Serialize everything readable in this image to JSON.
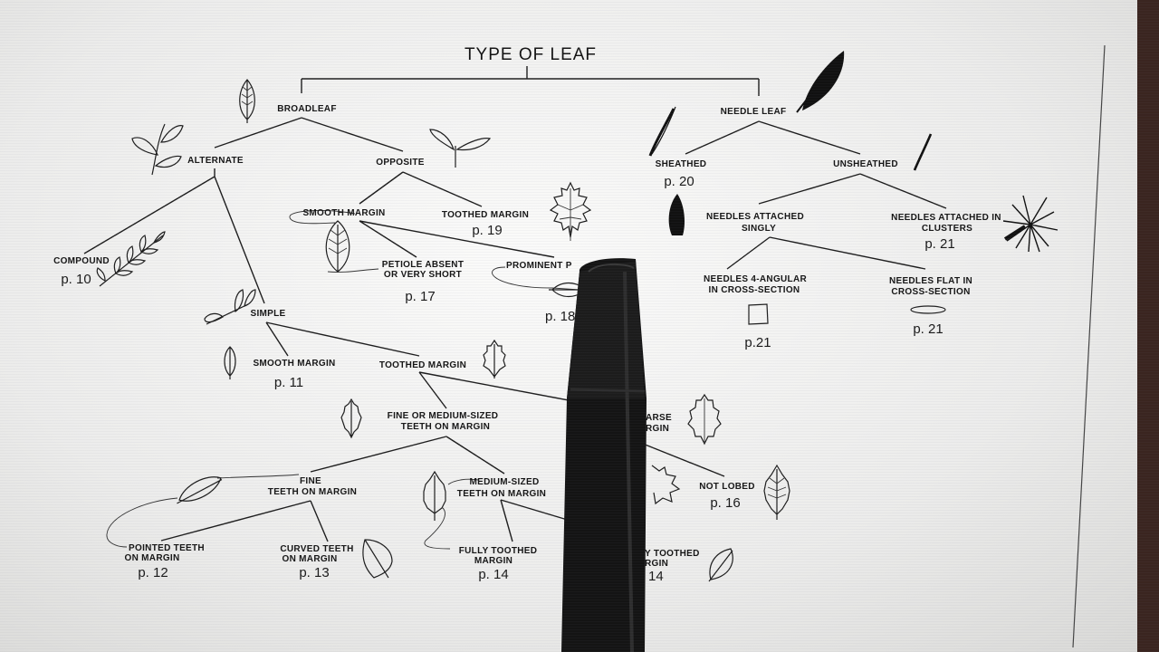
{
  "title": "TYPE OF LEAF",
  "broadleaf": "BROADLEAF",
  "needle_leaf": "NEEDLE LEAF",
  "alternate": "ALTERNATE",
  "opposite": "OPPOSITE",
  "sheathed": {
    "label": "SHEATHED",
    "page": "p. 20"
  },
  "unsheathed": "UNSHEATHED",
  "smooth_margin_opposite": "SMOOTH MARGIN",
  "toothed_margin_opposite": {
    "label": "TOOTHED MARGIN",
    "page": "p. 19"
  },
  "needles_singly": {
    "line1": "NEEDLES ATTACHED",
    "line2": "SINGLY"
  },
  "needles_clusters": {
    "line1": "NEEDLES ATTACHED IN",
    "line2": "CLUSTERS",
    "page": "p. 21"
  },
  "compound": {
    "label": "COMPOUND",
    "page": "p. 10"
  },
  "petiole_absent": {
    "line1": "PETIOLE ABSENT",
    "line2": "OR VERY SHORT",
    "page": "p. 17"
  },
  "prominent": {
    "label": "PROMINENT P",
    "page": "p. 18"
  },
  "needles_4angular": {
    "line1": "NEEDLES 4-ANGULAR",
    "line2": "IN CROSS-SECTION",
    "page": "p.21"
  },
  "needles_flat": {
    "line1": "NEEDLES FLAT IN",
    "line2": "CROSS-SECTION",
    "page": "p. 21"
  },
  "simple": "SIMPLE",
  "smooth_margin_simple": {
    "label": "SMOOTH MARGIN",
    "page": "p. 11"
  },
  "toothed_margin_simple": "TOOTHED MARGIN",
  "fine_medium": {
    "line1": "FINE OR MEDIUM-SIZED",
    "line2": "TEETH ON MARGIN"
  },
  "coarse": {
    "line1": "ARSE",
    "line2": "RGIN"
  },
  "fine_teeth": {
    "line1": "FINE",
    "line2": "TEETH ON MARGIN"
  },
  "medium_teeth": {
    "line1": "MEDIUM-SIZED",
    "line2": "TEETH ON MARGIN"
  },
  "not_lobed": {
    "label": "NOT LOBED",
    "page": "p. 16"
  },
  "pointed_teeth": {
    "line1": "POINTED TEETH",
    "line2": "ON MARGIN",
    "page": "p. 12"
  },
  "curved_teeth": {
    "line1": "CURVED TEETH",
    "line2": "ON MARGIN",
    "page": "p. 13"
  },
  "fully_toothed": {
    "line1": "FULLY TOOTHED",
    "line2": "MARGIN",
    "page": "p. 14"
  },
  "partly_toothed": {
    "line1": "Y TOOTHED",
    "line2": "RGIN",
    "page": "14"
  },
  "colors": {
    "ink": "#1d1d1d",
    "paper": "#f4f4f2",
    "pen": "#141414",
    "frame": "#3a2520"
  }
}
